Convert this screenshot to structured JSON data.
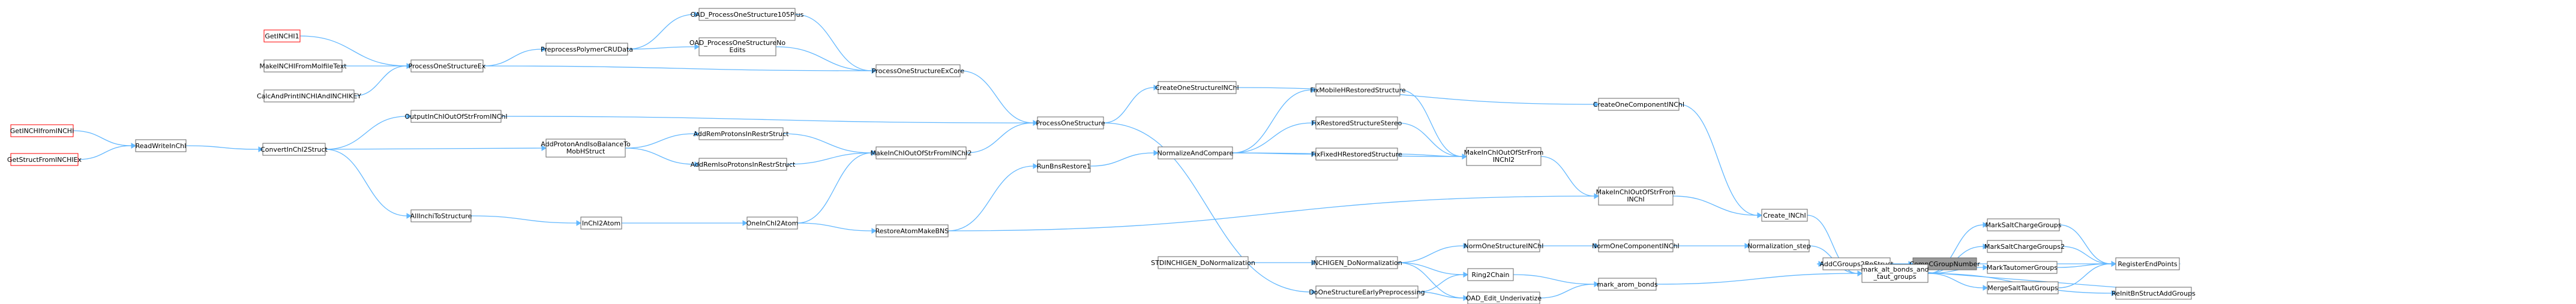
{
  "nodes": [
    {
      "id": "CompCGroupNumber",
      "label": "CompCGroupNumber",
      "style": "root"
    },
    {
      "id": "AddCGroups2BnStruct",
      "label": "AddCGroups2BnStruct"
    },
    {
      "id": "RegisterEndPoints",
      "label": "RegisterEndPoints"
    },
    {
      "id": "ReInitBnStructAddGroups",
      "label": "ReInitBnStructAddGroups"
    },
    {
      "id": "MarkSaltChargeGroups",
      "label": "MarkSaltChargeGroups"
    },
    {
      "id": "MarkSaltChargeGroups2",
      "label": "MarkSaltChargeGroups2"
    },
    {
      "id": "MarkTautomerGroups",
      "label": "MarkTautomerGroups"
    },
    {
      "id": "MergeSaltTautGroups",
      "label": "MergeSaltTautGroups"
    },
    {
      "id": "mark_alt_bonds",
      "label": [
        "mark_alt_bonds_and",
        "_taut_groups"
      ]
    },
    {
      "id": "Create_INChI",
      "label": "Create_INChI"
    },
    {
      "id": "Normalization_step",
      "label": "Normalization_step"
    },
    {
      "id": "mark_arom_bonds",
      "label": "mark_arom_bonds"
    },
    {
      "id": "CreateOneComponentINChI",
      "label": "CreateOneComponentINChI"
    },
    {
      "id": "MakeInChIOutOfStrFromINChI",
      "label": [
        "MakeInChIOutOfStrFrom",
        "INChI"
      ]
    },
    {
      "id": "NormOneComponentINChI",
      "label": "NormOneComponentINChI"
    },
    {
      "id": "Ring2Chain",
      "label": "Ring2Chain"
    },
    {
      "id": "OAD_Edit_Underivatize",
      "label": "OAD_Edit_Underivatize"
    },
    {
      "id": "MakeInChIOutOfStrFromINChI2",
      "label": [
        "MakeInChIOutOfStrFrom",
        "INChI2"
      ]
    },
    {
      "id": "NormOneStructureINChI",
      "label": "NormOneStructureINChI"
    },
    {
      "id": "INCHIGEN_DoNormalization",
      "label": "INCHIGEN_DoNormalization"
    },
    {
      "id": "DoOneStructureEarlyPreprocessing",
      "label": "DoOneStructureEarlyPreprocessing"
    },
    {
      "id": "FixMobileHRestoredStructure",
      "label": "FixMobileHRestoredStructure"
    },
    {
      "id": "FixRestoredStructureStereo",
      "label": "FixRestoredStructureStereo"
    },
    {
      "id": "FixFixedHRestoredStructure",
      "label": "FixFixedHRestoredStructure"
    },
    {
      "id": "STDINCHIGEN_DoNormalization",
      "label": "STDINCHIGEN_DoNormalization"
    },
    {
      "id": "CreateOneStructureINChI",
      "label": "CreateOneStructureINChI"
    },
    {
      "id": "NormalizeAndCompare",
      "label": "NormalizeAndCompare"
    },
    {
      "id": "ProcessOneStructure",
      "label": "ProcessOneStructure"
    },
    {
      "id": "RunBnsRestore1",
      "label": "RunBnsRestore1"
    },
    {
      "id": "RestoreAtomMakeBNS",
      "label": "RestoreAtomMakeBNS"
    },
    {
      "id": "ProcessOneStructureExCore",
      "label": "ProcessOneStructureExCore"
    },
    {
      "id": "MakeInChIOutOfStrFromINChI2b",
      "label": "MakeInChIOutOfStrFromINChI2"
    },
    {
      "id": "OneInChI2Atom",
      "label": "OneInChI2Atom"
    },
    {
      "id": "OAD_ProcessOneStructure105Plus",
      "label": "OAD_ProcessOneStructure105Plus"
    },
    {
      "id": "OAD_ProcessOneStructureNoEdits",
      "label": [
        "OAD_ProcessOneStructureNo",
        "Edits"
      ]
    },
    {
      "id": "AddRemProtonsInRestrStruct",
      "label": "AddRemProtonsInRestrStruct"
    },
    {
      "id": "AddRemIsoProtonsInRestrStruct",
      "label": "AddRemIsoProtonsInRestrStruct"
    },
    {
      "id": "InChI2Atom",
      "label": "InChI2Atom"
    },
    {
      "id": "PreprocessPolymerCRUData",
      "label": "PreprocessPolymerCRUData"
    },
    {
      "id": "AddProtonAndIsoBalanceToMobHStruct",
      "label": [
        "AddProtonAndIsoBalanceTo",
        "MobHStruct"
      ]
    },
    {
      "id": "AllInchiToStructure",
      "label": "AllInchiToStructure"
    },
    {
      "id": "ProcessOneStructureEx",
      "label": "ProcessOneStructureEx"
    },
    {
      "id": "OutputInChIOutOfStrFromINChI",
      "label": "OutputInChIOutOfStrFromINChI"
    },
    {
      "id": "ConvertInChI2Struct",
      "label": "ConvertInChI2Struct"
    },
    {
      "id": "GetINCHI1",
      "label": "GetINCHI1",
      "style": "red"
    },
    {
      "id": "MakeINCHIFromMolfileText",
      "label": "MakeINCHIFromMolfileText"
    },
    {
      "id": "CalcAndPrintINCHIAndINCHIKEY",
      "label": "CalcAndPrintINCHIAndINCHIKEY"
    },
    {
      "id": "ReadWriteInChI",
      "label": "ReadWriteInChI"
    },
    {
      "id": "GetINCHIfromINCHI",
      "label": "GetINCHIfromINCHI",
      "style": "red"
    },
    {
      "id": "GetStructFromINCHIEx",
      "label": "GetStructFromINCHIEx",
      "style": "red"
    }
  ],
  "edges": [
    [
      "AddCGroups2BnStruct",
      "CompCGroupNumber"
    ],
    [
      "RegisterEndPoints",
      "AddCGroups2BnStruct"
    ],
    [
      "ReInitBnStructAddGroups",
      "AddCGroups2BnStruct"
    ],
    [
      "mark_alt_bonds",
      "AddCGroups2BnStruct"
    ],
    [
      "MarkSaltChargeGroups",
      "RegisterEndPoints"
    ],
    [
      "MarkSaltChargeGroups2",
      "RegisterEndPoints"
    ],
    [
      "MarkTautomerGroups",
      "RegisterEndPoints"
    ],
    [
      "MergeSaltTautGroups",
      "RegisterEndPoints"
    ],
    [
      "mark_alt_bonds",
      "ReInitBnStructAddGroups"
    ],
    [
      "mark_alt_bonds",
      "MarkSaltChargeGroups"
    ],
    [
      "mark_alt_bonds",
      "MarkSaltChargeGroups2"
    ],
    [
      "mark_alt_bonds",
      "MarkTautomerGroups"
    ],
    [
      "mark_alt_bonds",
      "MergeSaltTautGroups"
    ],
    [
      "Create_INChI",
      "mark_alt_bonds"
    ],
    [
      "Normalization_step",
      "mark_alt_bonds"
    ],
    [
      "mark_arom_bonds",
      "mark_alt_bonds"
    ],
    [
      "CreateOneComponentINChI",
      "Create_INChI"
    ],
    [
      "MakeInChIOutOfStrFromINChI",
      "Create_INChI"
    ],
    [
      "NormOneComponentINChI",
      "Normalization_step"
    ],
    [
      "Ring2Chain",
      "mark_arom_bonds"
    ],
    [
      "OAD_Edit_Underivatize",
      "mark_arom_bonds"
    ],
    [
      "CreateOneStructureINChI",
      "CreateOneComponentINChI"
    ],
    [
      "MakeInChIOutOfStrFromINChI2",
      "MakeInChIOutOfStrFromINChI"
    ],
    [
      "RestoreAtomMakeBNS",
      "MakeInChIOutOfStrFromINChI"
    ],
    [
      "NormOneStructureINChI",
      "NormOneComponentINChI"
    ],
    [
      "INCHIGEN_DoNormalization",
      "NormOneStructureINChI"
    ],
    [
      "INCHIGEN_DoNormalization",
      "Ring2Chain"
    ],
    [
      "DoOneStructureEarlyPreprocessing",
      "Ring2Chain"
    ],
    [
      "INCHIGEN_DoNormalization",
      "OAD_Edit_Underivatize"
    ],
    [
      "DoOneStructureEarlyPreprocessing",
      "OAD_Edit_Underivatize"
    ],
    [
      "FixMobileHRestoredStructure",
      "MakeInChIOutOfStrFromINChI2"
    ],
    [
      "FixRestoredStructureStereo",
      "MakeInChIOutOfStrFromINChI2"
    ],
    [
      "FixFixedHRestoredStructure",
      "MakeInChIOutOfStrFromINChI2"
    ],
    [
      "NormalizeAndCompare",
      "MakeInChIOutOfStrFromINChI2"
    ],
    [
      "STDINCHIGEN_DoNormalization",
      "INCHIGEN_DoNormalization"
    ],
    [
      "ProcessOneStructure",
      "DoOneStructureEarlyPreprocessing"
    ],
    [
      "NormalizeAndCompare",
      "FixMobileHRestoredStructure"
    ],
    [
      "NormalizeAndCompare",
      "FixRestoredStructureStereo"
    ],
    [
      "NormalizeAndCompare",
      "FixFixedHRestoredStructure"
    ],
    [
      "ProcessOneStructure",
      "CreateOneStructureINChI"
    ],
    [
      "RunBnsRestore1",
      "NormalizeAndCompare"
    ],
    [
      "ProcessOneStructureExCore",
      "ProcessOneStructure"
    ],
    [
      "OutputInChIOutOfStrFromINChI",
      "ProcessOneStructure"
    ],
    [
      "MakeInChIOutOfStrFromINChI2b",
      "ProcessOneStructure"
    ],
    [
      "RestoreAtomMakeBNS",
      "RunBnsRestore1"
    ],
    [
      "OneInChI2Atom",
      "RestoreAtomMakeBNS"
    ],
    [
      "OAD_ProcessOneStructure105Plus",
      "ProcessOneStructureExCore"
    ],
    [
      "OAD_ProcessOneStructureNoEdits",
      "ProcessOneStructureExCore"
    ],
    [
      "ProcessOneStructureEx",
      "ProcessOneStructureExCore"
    ],
    [
      "AddRemProtonsInRestrStruct",
      "MakeInChIOutOfStrFromINChI2b"
    ],
    [
      "AddRemIsoProtonsInRestrStruct",
      "MakeInChIOutOfStrFromINChI2b"
    ],
    [
      "OneInChI2Atom",
      "MakeInChIOutOfStrFromINChI2b"
    ],
    [
      "InChI2Atom",
      "OneInChI2Atom"
    ],
    [
      "PreprocessPolymerCRUData",
      "OAD_ProcessOneStructure105Plus"
    ],
    [
      "PreprocessPolymerCRUData",
      "OAD_ProcessOneStructureNoEdits"
    ],
    [
      "AddProtonAndIsoBalanceToMobHStruct",
      "AddRemProtonsInRestrStruct"
    ],
    [
      "AddProtonAndIsoBalanceToMobHStruct",
      "AddRemIsoProtonsInRestrStruct"
    ],
    [
      "AllInchiToStructure",
      "InChI2Atom"
    ],
    [
      "ProcessOneStructureEx",
      "PreprocessPolymerCRUData"
    ],
    [
      "ConvertInChI2Struct",
      "AddProtonAndIsoBalanceToMobHStruct"
    ],
    [
      "ConvertInChI2Struct",
      "AllInchiToStructure"
    ],
    [
      "ConvertInChI2Struct",
      "OutputInChIOutOfStrFromINChI"
    ],
    [
      "GetINCHI1",
      "ProcessOneStructureEx"
    ],
    [
      "MakeINCHIFromMolfileText",
      "ProcessOneStructureEx"
    ],
    [
      "CalcAndPrintINCHIAndINCHIKEY",
      "ProcessOneStructureEx"
    ],
    [
      "ReadWriteInChI",
      "ConvertInChI2Struct"
    ],
    [
      "GetINCHIfromINCHI",
      "ReadWriteInChI"
    ],
    [
      "GetStructFromINCHIEx",
      "ReadWriteInChI"
    ]
  ],
  "colors": {
    "edge": "#63b8ff",
    "node_border": "#666666",
    "root_fill": "#999999",
    "red_border": "#ff0000"
  }
}
